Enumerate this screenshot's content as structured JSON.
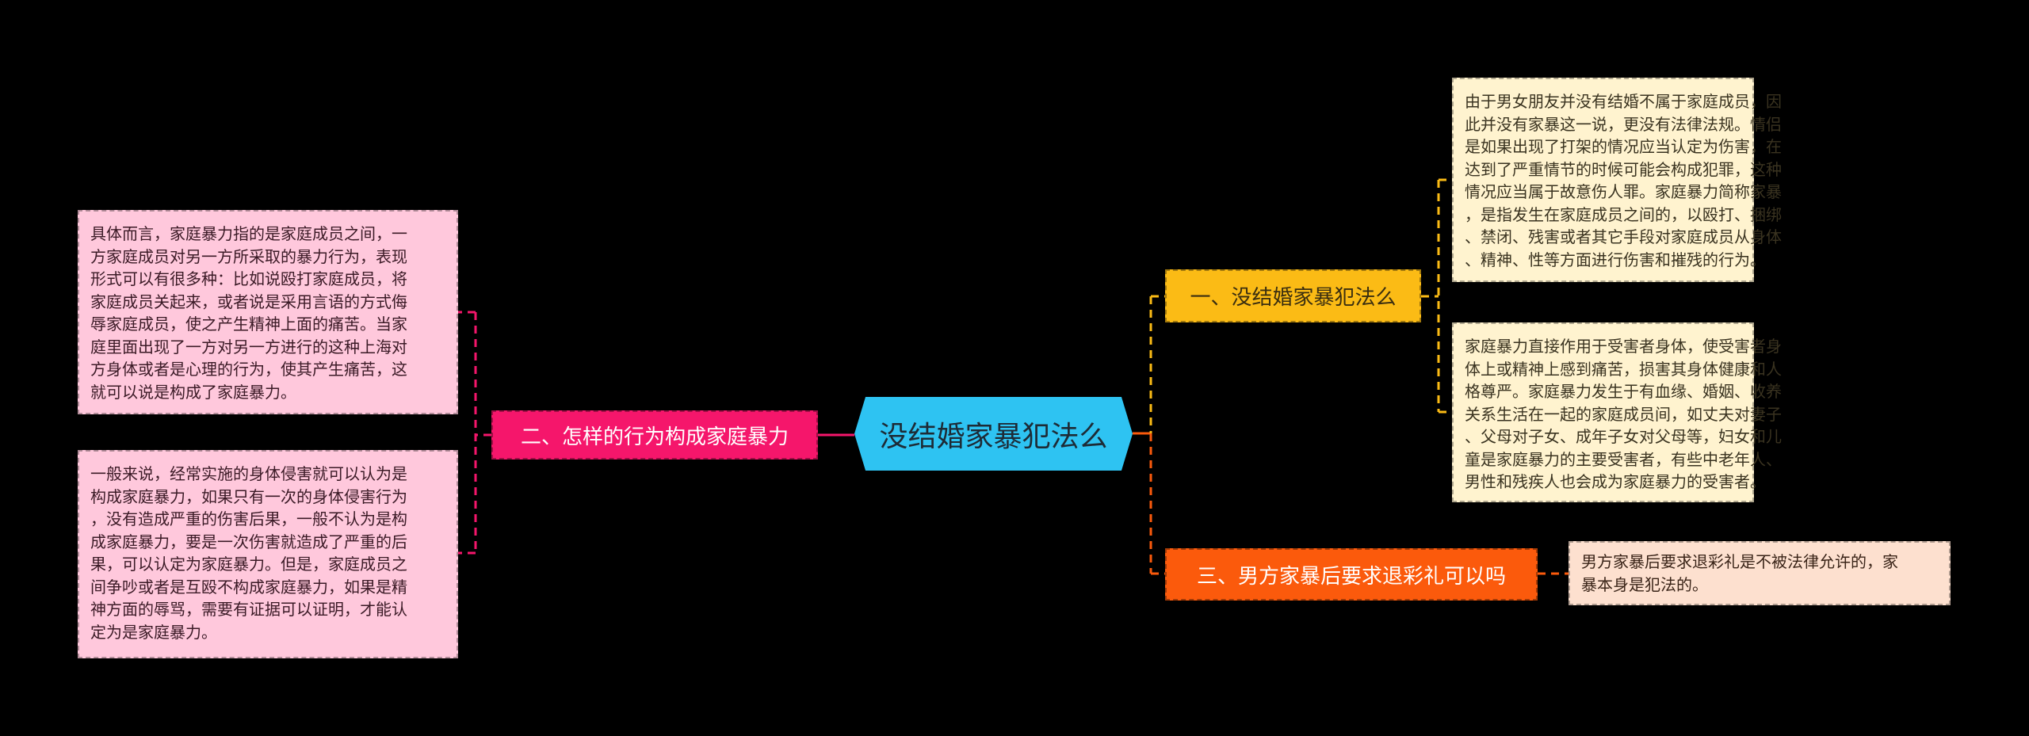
{
  "root": {
    "title": "没结婚家暴犯法么"
  },
  "branches": [
    {
      "label": "一、没结婚家暴犯法么",
      "notes": [
        {
          "lines": [
            "由于男女朋友并没有结婚不属于家庭成员，因",
            "此并没有家暴这一说，更没有法律法规。情侣",
            "是如果出现了打架的情况应当认定为伤害，在",
            "达到了严重情节的时候可能会构成犯罪，这种",
            "情况应当属于故意伤人罪。家庭暴力简称家暴",
            "，是指发生在家庭成员之间的，以殴打、捆绑",
            "、禁闭、残害或者其它手段对家庭成员从身体",
            "、精神、性等方面进行伤害和摧残的行为。"
          ]
        },
        {
          "lines": [
            "家庭暴力直接作用于受害者身体，使受害者身",
            "体上或精神上感到痛苦，损害其身体健康和人",
            "格尊严。家庭暴力发生于有血缘、婚姻、收养",
            "关系生活在一起的家庭成员间，如丈夫对妻子",
            "、父母对子女、成年子女对父母等，妇女和儿",
            "童是家庭暴力的主要受害者，有些中老年人、",
            "男性和残疾人也会成为家庭暴力的受害者。"
          ]
        }
      ]
    },
    {
      "label": "二、怎样的行为构成家庭暴力",
      "notes": [
        {
          "lines": [
            "具体而言，家庭暴力指的是家庭成员之间，一",
            "方家庭成员对另一方所采取的暴力行为，表现",
            "形式可以有很多种：比如说殴打家庭成员，将",
            "家庭成员关起来，或者说是采用言语的方式侮",
            "辱家庭成员，使之产生精神上面的痛苦。当家",
            "庭里面出现了一方对另一方进行的这种上海对",
            "方身体或者是心理的行为，使其产生痛苦，这",
            "就可以说是构成了家庭暴力。"
          ]
        },
        {
          "lines": [
            "一般来说，经常实施的身体侵害就可以认为是",
            "构成家庭暴力，如果只有一次的身体侵害行为",
            "，没有造成严重的伤害后果，一般不认为是构",
            "成家庭暴力，要是一次伤害就造成了严重的后",
            "果，可以认定为家庭暴力。但是，家庭成员之",
            "间争吵或者是互殴不构成家庭暴力，如果是精",
            "神方面的辱骂，需要有证据可以证明，才能认",
            "定为是家庭暴力。"
          ]
        }
      ]
    },
    {
      "label": "三、男方家暴后要求退彩礼可以吗",
      "notes": [
        {
          "lines": [
            "男方家暴后要求退彩礼是不被法律允许的，家",
            "暴本身是犯法的。"
          ]
        }
      ]
    }
  ],
  "colors": {
    "root": "#2ec3f2",
    "branch1": "#fbbb15",
    "branch2": "#f5166b",
    "branch3": "#fb5a0c"
  }
}
